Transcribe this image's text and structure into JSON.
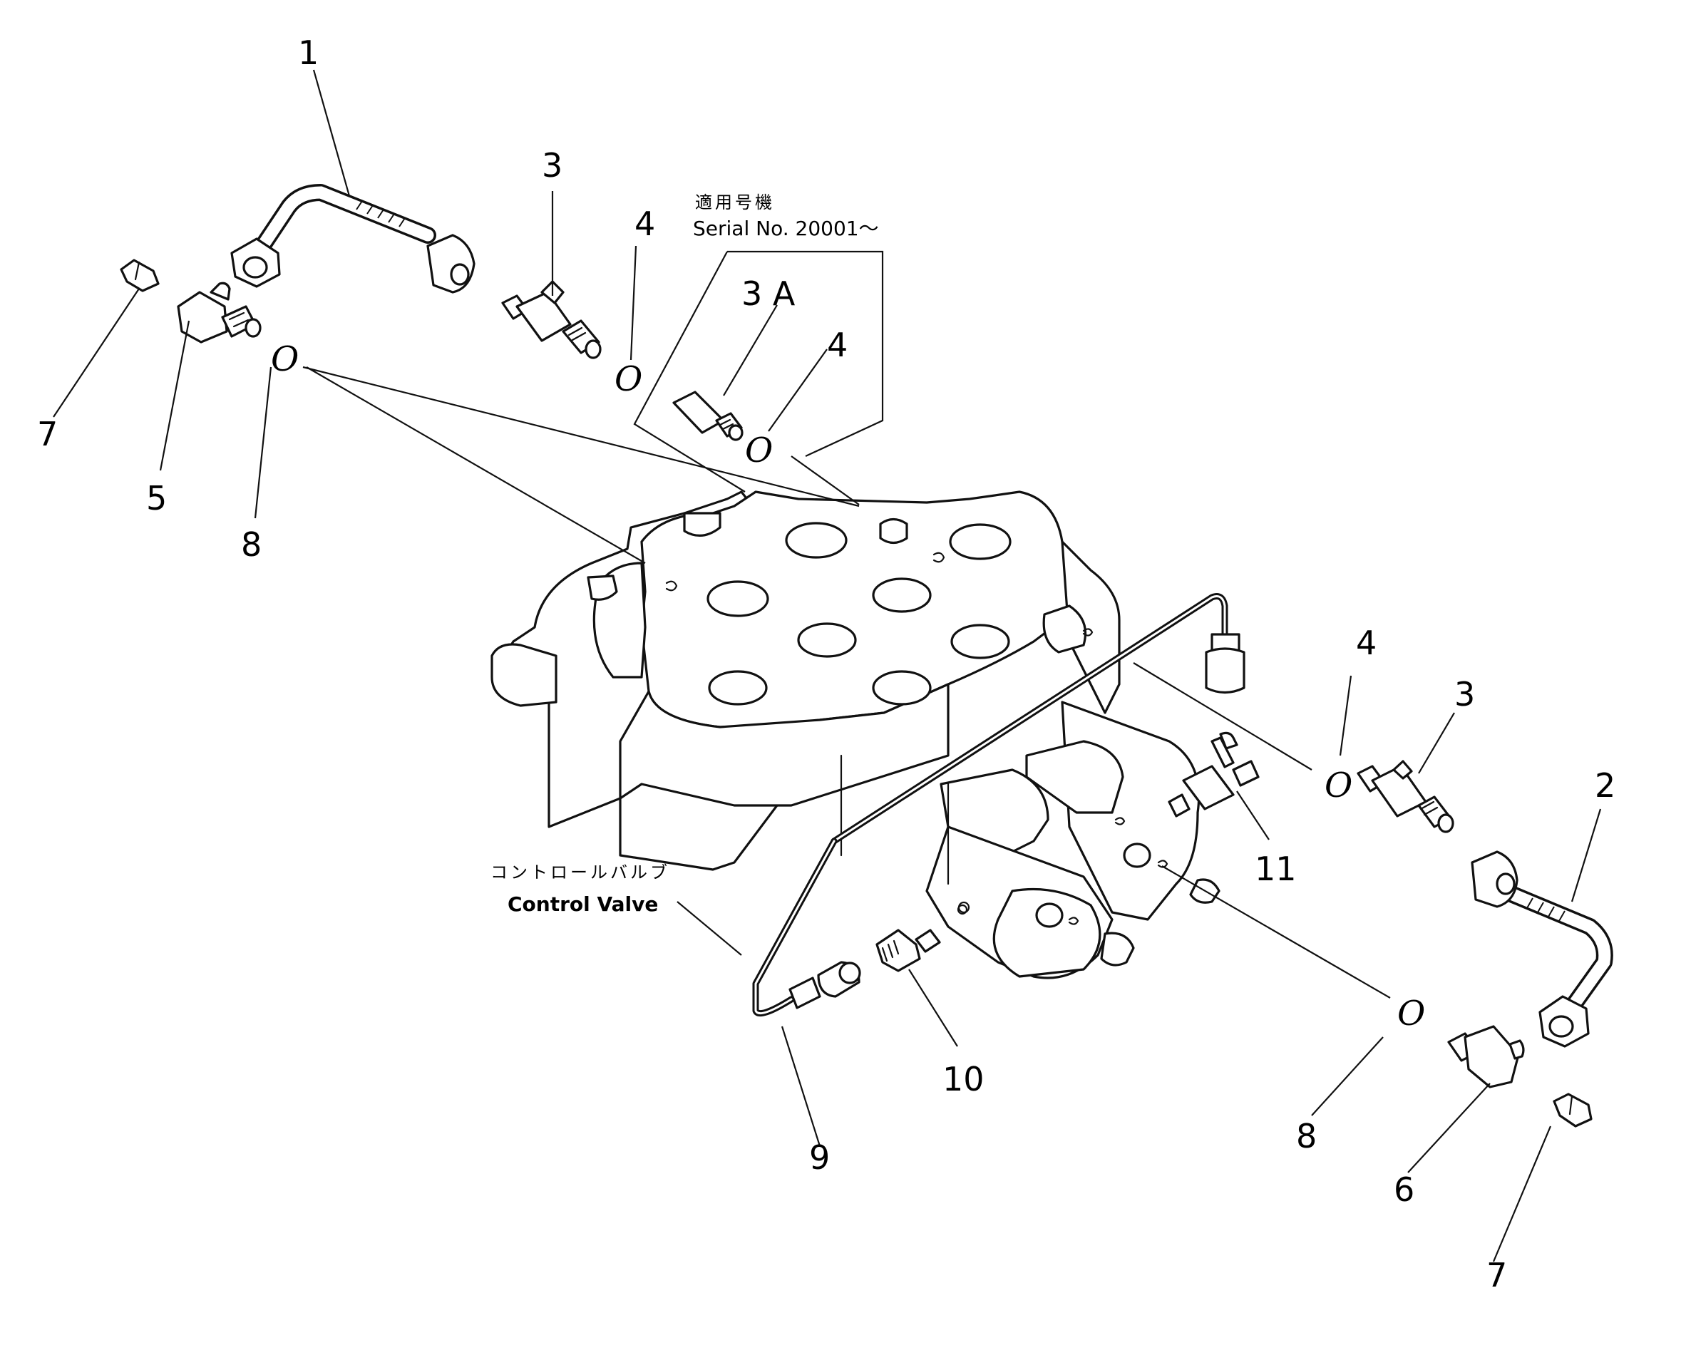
{
  "callouts": {
    "c1": "1",
    "c2": "2",
    "c3_top": "3",
    "c3_right": "3",
    "c3A": "3 A",
    "c4_top": "4",
    "c4_box": "4",
    "c4_right": "4",
    "c5": "5",
    "c6": "6",
    "c7_left": "7",
    "c7_right": "7",
    "c8_left": "8",
    "c8_right": "8",
    "c9": "9",
    "c10": "10",
    "c11": "11"
  },
  "orings": {
    "o_left": "O",
    "o_top": "O",
    "o_box": "O",
    "o_right": "O",
    "o_bottom": "O"
  },
  "notes": {
    "serial_jp": "適用号機",
    "serial_en": "Serial  No.  20001～",
    "valve_jp": "コントロールバルブ",
    "valve_en": "Control Valve"
  }
}
